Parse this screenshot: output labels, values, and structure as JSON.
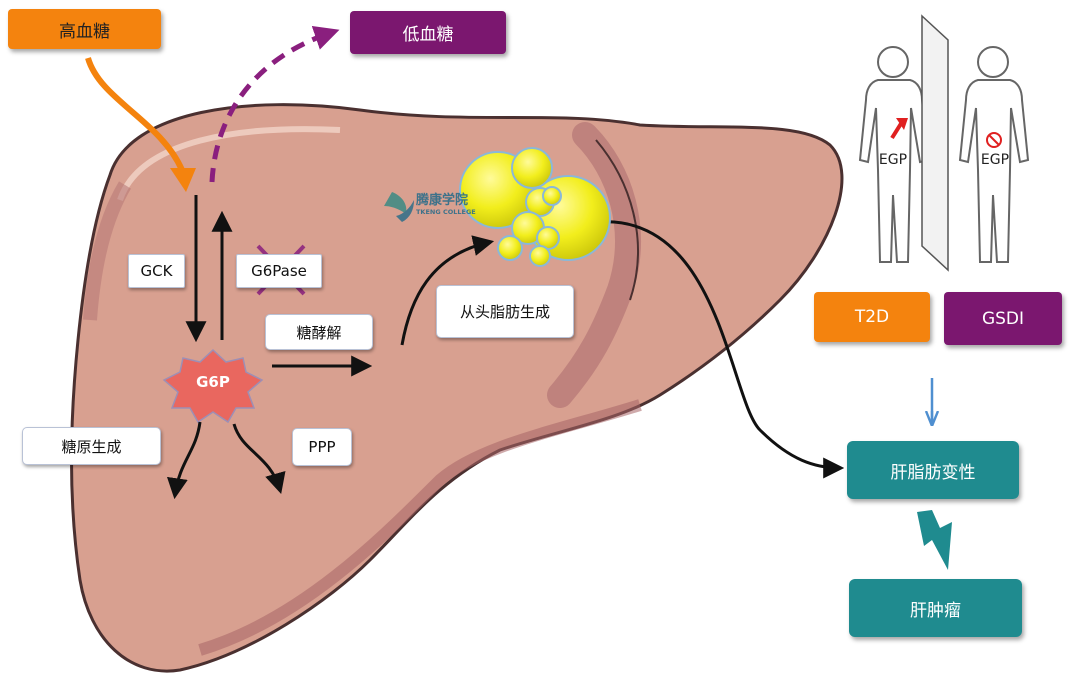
{
  "colors": {
    "liver": "#d8a090",
    "liver_outline": "#4a3030",
    "liver_lobe_band": "#b97a78",
    "orange": "#f4830e",
    "purple": "#7b176f",
    "teal": "#1f8b8f",
    "g6p": "#e9675f",
    "fat_droplet": "#f2ee1c",
    "egp_arrow_up": "#e02020",
    "egp_blocked": "#e02020",
    "flow_arrow_blue": "#4f8fd0"
  },
  "labels": {
    "high_glucose": "高血糖",
    "low_glucose": "低血糖",
    "gck": "GCK",
    "g6pase": "G6Pase",
    "g6p": "G6P",
    "glycolysis": "糖酵解",
    "de_novo_lipogenesis": "从头脂肪生成",
    "glycogenesis": "糖原生成",
    "ppp": "PPP",
    "t2d": "T2D",
    "gsdi": "GSDI",
    "fatty_liver": "肝脂肪变性",
    "liver_tumor": "肝肿瘤",
    "egp_left": "EGP",
    "egp_right": "EGP"
  },
  "watermark": {
    "name": "腾康学院",
    "subtitle": "TKENG COLLEGE"
  },
  "icons": {
    "egp_increase": "red-up-arrow-icon",
    "egp_blocked": "prohibited-icon",
    "g6pase_blocked": "cross-mark-icon",
    "fat_droplets": "lipid-droplets-icon",
    "lightning": "lightning-bolt-icon",
    "human_figure": "human-body-icon",
    "logo": "tkeng-logo-icon"
  }
}
